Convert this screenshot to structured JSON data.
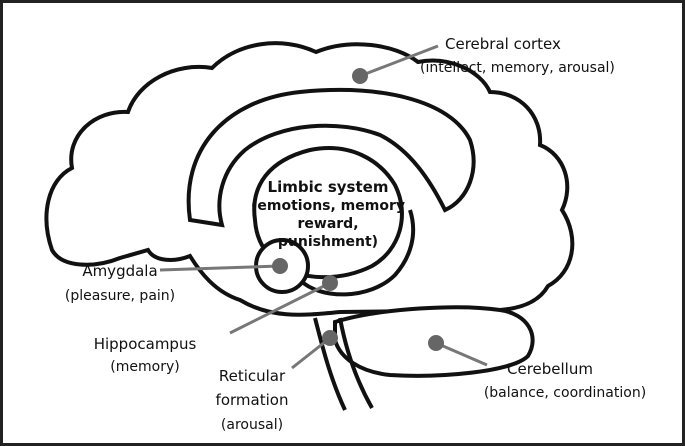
{
  "diagram": {
    "colors": {
      "outline": "#111111",
      "leader_line": "#777777",
      "marker": "#666666",
      "border": "#222222",
      "background": "#ffffff"
    },
    "labels": {
      "cerebral_cortex": {
        "name": "Cerebral cortex",
        "desc": "(intellect, memory, arousal)"
      },
      "limbic_system": {
        "name": "Limbic system",
        "lines": [
          "(emotions, memory",
          "reward,",
          "punishment)"
        ]
      },
      "amygdala": {
        "name": "Amygdala",
        "desc": "(pleasure, pain)"
      },
      "hippocampus": {
        "name": "Hippocampus",
        "desc": "(memory)"
      },
      "reticular_formation": {
        "name": "Reticular",
        "name2": "formation",
        "desc": "(arousal)"
      },
      "cerebellum": {
        "name": "Cerebellum",
        "desc": "(balance, coordination)"
      }
    }
  }
}
